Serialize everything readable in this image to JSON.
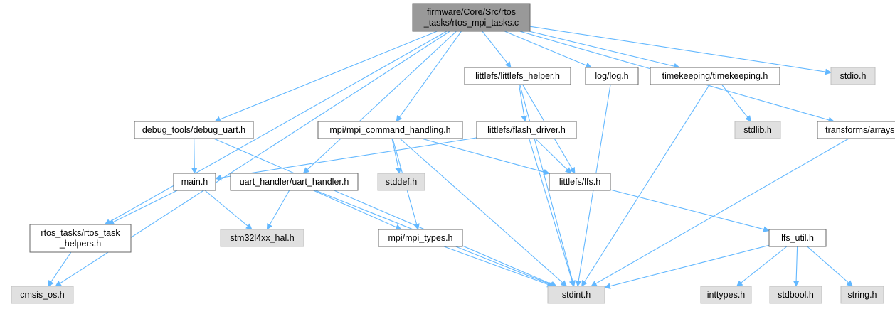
{
  "colors": {
    "edge": "#63b8ff",
    "root_fill": "#999999",
    "project_fill": "#ffffff",
    "system_fill": "#e0e0e0",
    "border": "#666666"
  },
  "nodes": {
    "root": {
      "lines": [
        "firmware/Core/Src/rtos",
        "_tasks/rtos_mpi_tasks.c"
      ],
      "kind": "root"
    },
    "littlefs_helper": {
      "lines": [
        "littlefs/littlefs_helper.h"
      ],
      "kind": "project"
    },
    "log": {
      "lines": [
        "log/log.h"
      ],
      "kind": "project"
    },
    "timekeeping": {
      "lines": [
        "timekeeping/timekeeping.h"
      ],
      "kind": "project"
    },
    "stdio": {
      "lines": [
        "stdio.h"
      ],
      "kind": "system"
    },
    "debug_uart": {
      "lines": [
        "debug_tools/debug_uart.h"
      ],
      "kind": "project"
    },
    "mpi_cmd": {
      "lines": [
        "mpi/mpi_command_handling.h"
      ],
      "kind": "project"
    },
    "flash_driver": {
      "lines": [
        "littlefs/flash_driver.h"
      ],
      "kind": "project"
    },
    "stdlib": {
      "lines": [
        "stdlib.h"
      ],
      "kind": "system"
    },
    "arrays": {
      "lines": [
        "transforms/arrays.h"
      ],
      "kind": "project"
    },
    "main": {
      "lines": [
        "main.h"
      ],
      "kind": "project"
    },
    "uart_handler": {
      "lines": [
        "uart_handler/uart_handler.h"
      ],
      "kind": "project"
    },
    "stddef": {
      "lines": [
        "stddef.h"
      ],
      "kind": "system"
    },
    "lfs": {
      "lines": [
        "littlefs/lfs.h"
      ],
      "kind": "project"
    },
    "rtos_helpers": {
      "lines": [
        "rtos_tasks/rtos_task",
        "_helpers.h"
      ],
      "kind": "project"
    },
    "hal": {
      "lines": [
        "stm32l4xx_hal.h"
      ],
      "kind": "system"
    },
    "mpi_types": {
      "lines": [
        "mpi/mpi_types.h"
      ],
      "kind": "project"
    },
    "lfs_util": {
      "lines": [
        "lfs_util.h"
      ],
      "kind": "project"
    },
    "cmsis": {
      "lines": [
        "cmsis_os.h"
      ],
      "kind": "system"
    },
    "stdint": {
      "lines": [
        "stdint.h"
      ],
      "kind": "system"
    },
    "inttypes": {
      "lines": [
        "inttypes.h"
      ],
      "kind": "system"
    },
    "stdbool": {
      "lines": [
        "stdbool.h"
      ],
      "kind": "system"
    },
    "string": {
      "lines": [
        "string.h"
      ],
      "kind": "system"
    }
  },
  "edges": [
    [
      "root",
      "cmsis"
    ],
    [
      "root",
      "rtos_helpers"
    ],
    [
      "root",
      "debug_uart"
    ],
    [
      "root",
      "uart_handler"
    ],
    [
      "root",
      "mpi_cmd"
    ],
    [
      "root",
      "littlefs_helper"
    ],
    [
      "root",
      "log"
    ],
    [
      "root",
      "timekeeping"
    ],
    [
      "root",
      "stdio"
    ],
    [
      "root",
      "arrays"
    ],
    [
      "littlefs_helper",
      "flash_driver"
    ],
    [
      "littlefs_helper",
      "lfs"
    ],
    [
      "littlefs_helper",
      "stdint"
    ],
    [
      "log",
      "stdint"
    ],
    [
      "timekeeping",
      "stdlib"
    ],
    [
      "timekeeping",
      "stdint"
    ],
    [
      "debug_uart",
      "main"
    ],
    [
      "debug_uart",
      "stdint"
    ],
    [
      "mpi_cmd",
      "stddef"
    ],
    [
      "mpi_cmd",
      "lfs"
    ],
    [
      "mpi_cmd",
      "mpi_types"
    ],
    [
      "mpi_cmd",
      "stdint"
    ],
    [
      "flash_driver",
      "main"
    ],
    [
      "flash_driver",
      "lfs"
    ],
    [
      "flash_driver",
      "stdint"
    ],
    [
      "arrays",
      "stdint"
    ],
    [
      "main",
      "rtos_helpers"
    ],
    [
      "main",
      "hal"
    ],
    [
      "uart_handler",
      "hal"
    ],
    [
      "uart_handler",
      "mpi_types"
    ],
    [
      "uart_handler",
      "stdint"
    ],
    [
      "lfs",
      "lfs_util"
    ],
    [
      "rtos_helpers",
      "cmsis"
    ],
    [
      "mpi_types",
      "stdint"
    ],
    [
      "lfs_util",
      "stdint"
    ],
    [
      "lfs_util",
      "inttypes"
    ],
    [
      "lfs_util",
      "stdbool"
    ],
    [
      "lfs_util",
      "string"
    ]
  ]
}
